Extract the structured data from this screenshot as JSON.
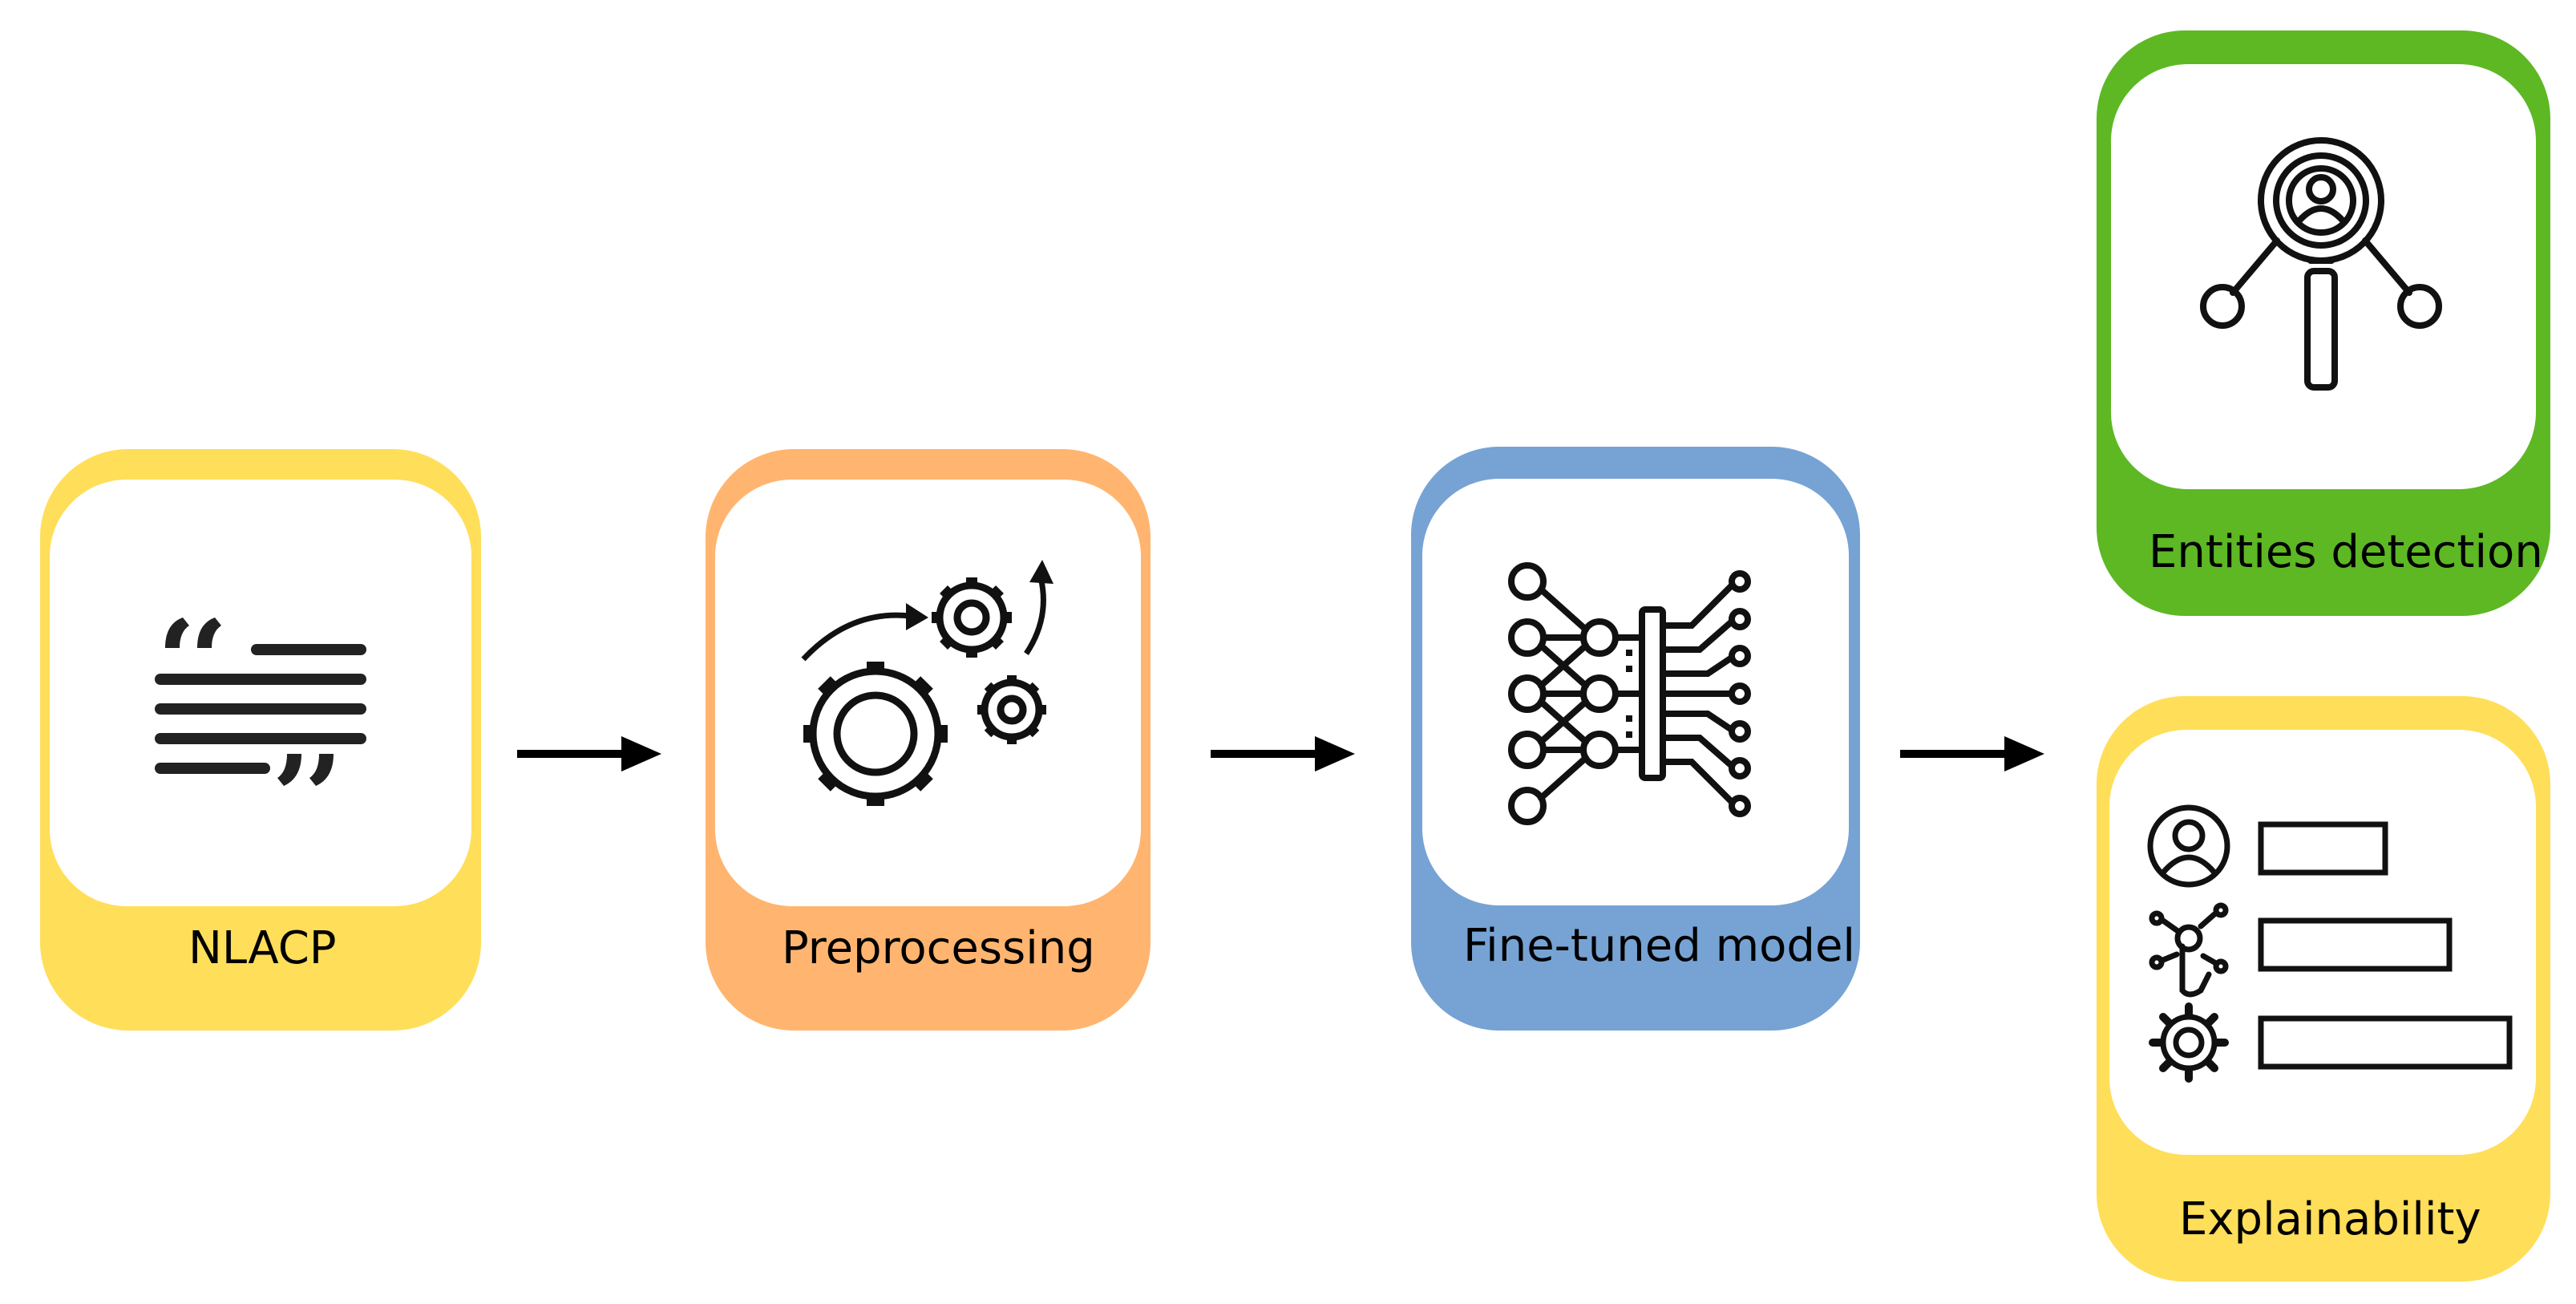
{
  "colors": {
    "nlacp": "#ffde59",
    "preprocessing": "#ffb570",
    "model": "#76a3d4",
    "entities": "#5db824",
    "explainability": "#ffde59",
    "ink": "#1a1a1a"
  },
  "steps": {
    "nlacp": {
      "label": "NLACP",
      "icon": "quote-text-icon"
    },
    "preprocessing": {
      "label": "Preprocessing",
      "icon": "gears-icon"
    },
    "model": {
      "label": "Fine-tuned model",
      "icon": "neural-network-icon"
    },
    "entities": {
      "label": "Entities detection",
      "icon": "magnifier-user-icon"
    },
    "explainability": {
      "label": "Explainability",
      "icon": "feature-bars-icon"
    }
  }
}
